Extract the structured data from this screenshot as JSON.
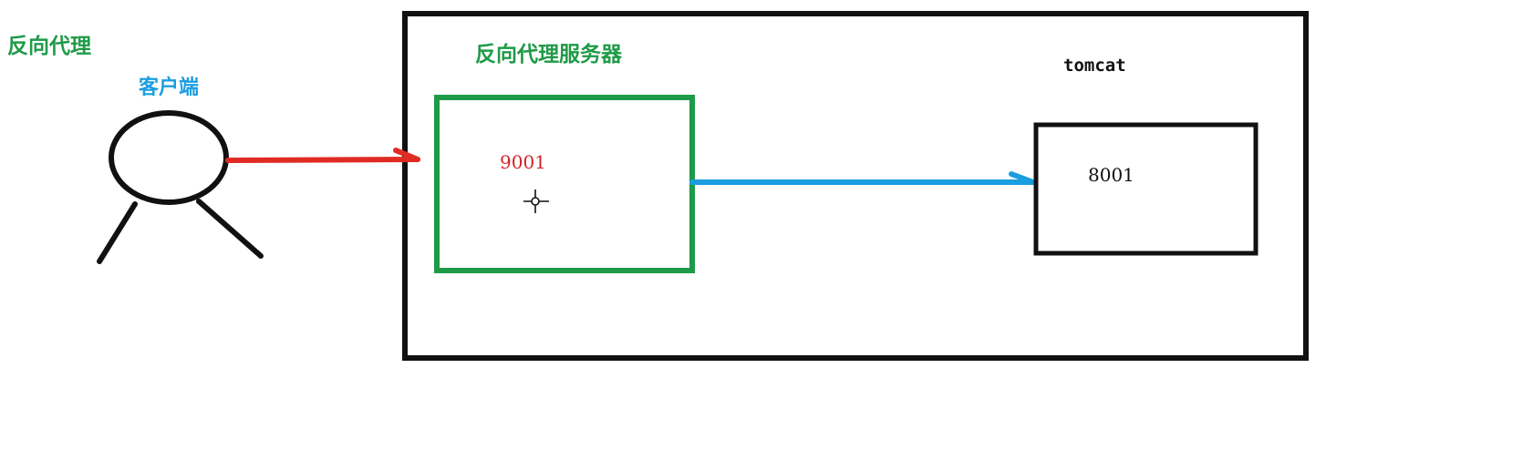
{
  "labels": {
    "title": "反向代理",
    "client": "客户端",
    "proxy_server": "反向代理服务器",
    "tomcat": "tomcat",
    "proxy_port": "9001",
    "tomcat_port": "8001"
  },
  "colors": {
    "title": "#1f9a48",
    "client_label": "#1b9ee0",
    "proxy_box": "#1f9a48",
    "request_arrow": "#e02b24",
    "forward_arrow": "#1b9ee0",
    "outline": "#111111",
    "proxy_port": "#d3232a"
  },
  "icons": {
    "cursor": "crosshair-cursor-icon",
    "client": "stick-figure-icon"
  }
}
